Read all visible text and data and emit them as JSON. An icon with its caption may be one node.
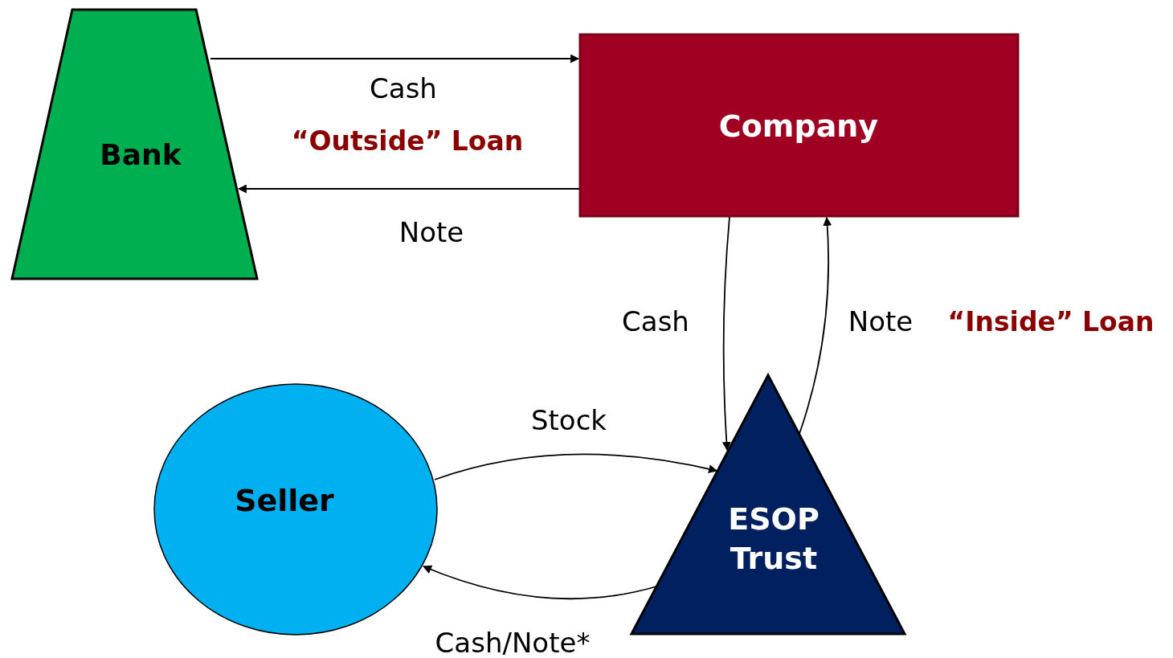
{
  "diagram": {
    "nodes": [
      {
        "text": [
          "Bank"
        ]
      },
      {
        "text": [
          "Company"
        ]
      },
      {
        "text": [
          "Seller"
        ]
      },
      {
        "text": [
          "ESOP Trust"
        ]
      }
    ],
    "edges": [
      {
        "from": 0,
        "to": 1,
        "arrow": "to",
        "label": "Cash"
      },
      {
        "from": 1,
        "to": 0,
        "arrow": "to",
        "label": "Note"
      },
      {
        "from": 1,
        "to": 3,
        "arrow": "to",
        "label": "Cash"
      },
      {
        "from": 3,
        "to": 1,
        "arrow": "to",
        "label": "Note"
      },
      {
        "from": 2,
        "to": 3,
        "arrow": "to",
        "label": "Stock"
      },
      {
        "from": 3,
        "to": 2,
        "arrow": "to",
        "label": "Cash/Note*"
      }
    ],
    "labels": [
      "“Outside” Loan",
      "“Inside” Loan"
    ]
  }
}
